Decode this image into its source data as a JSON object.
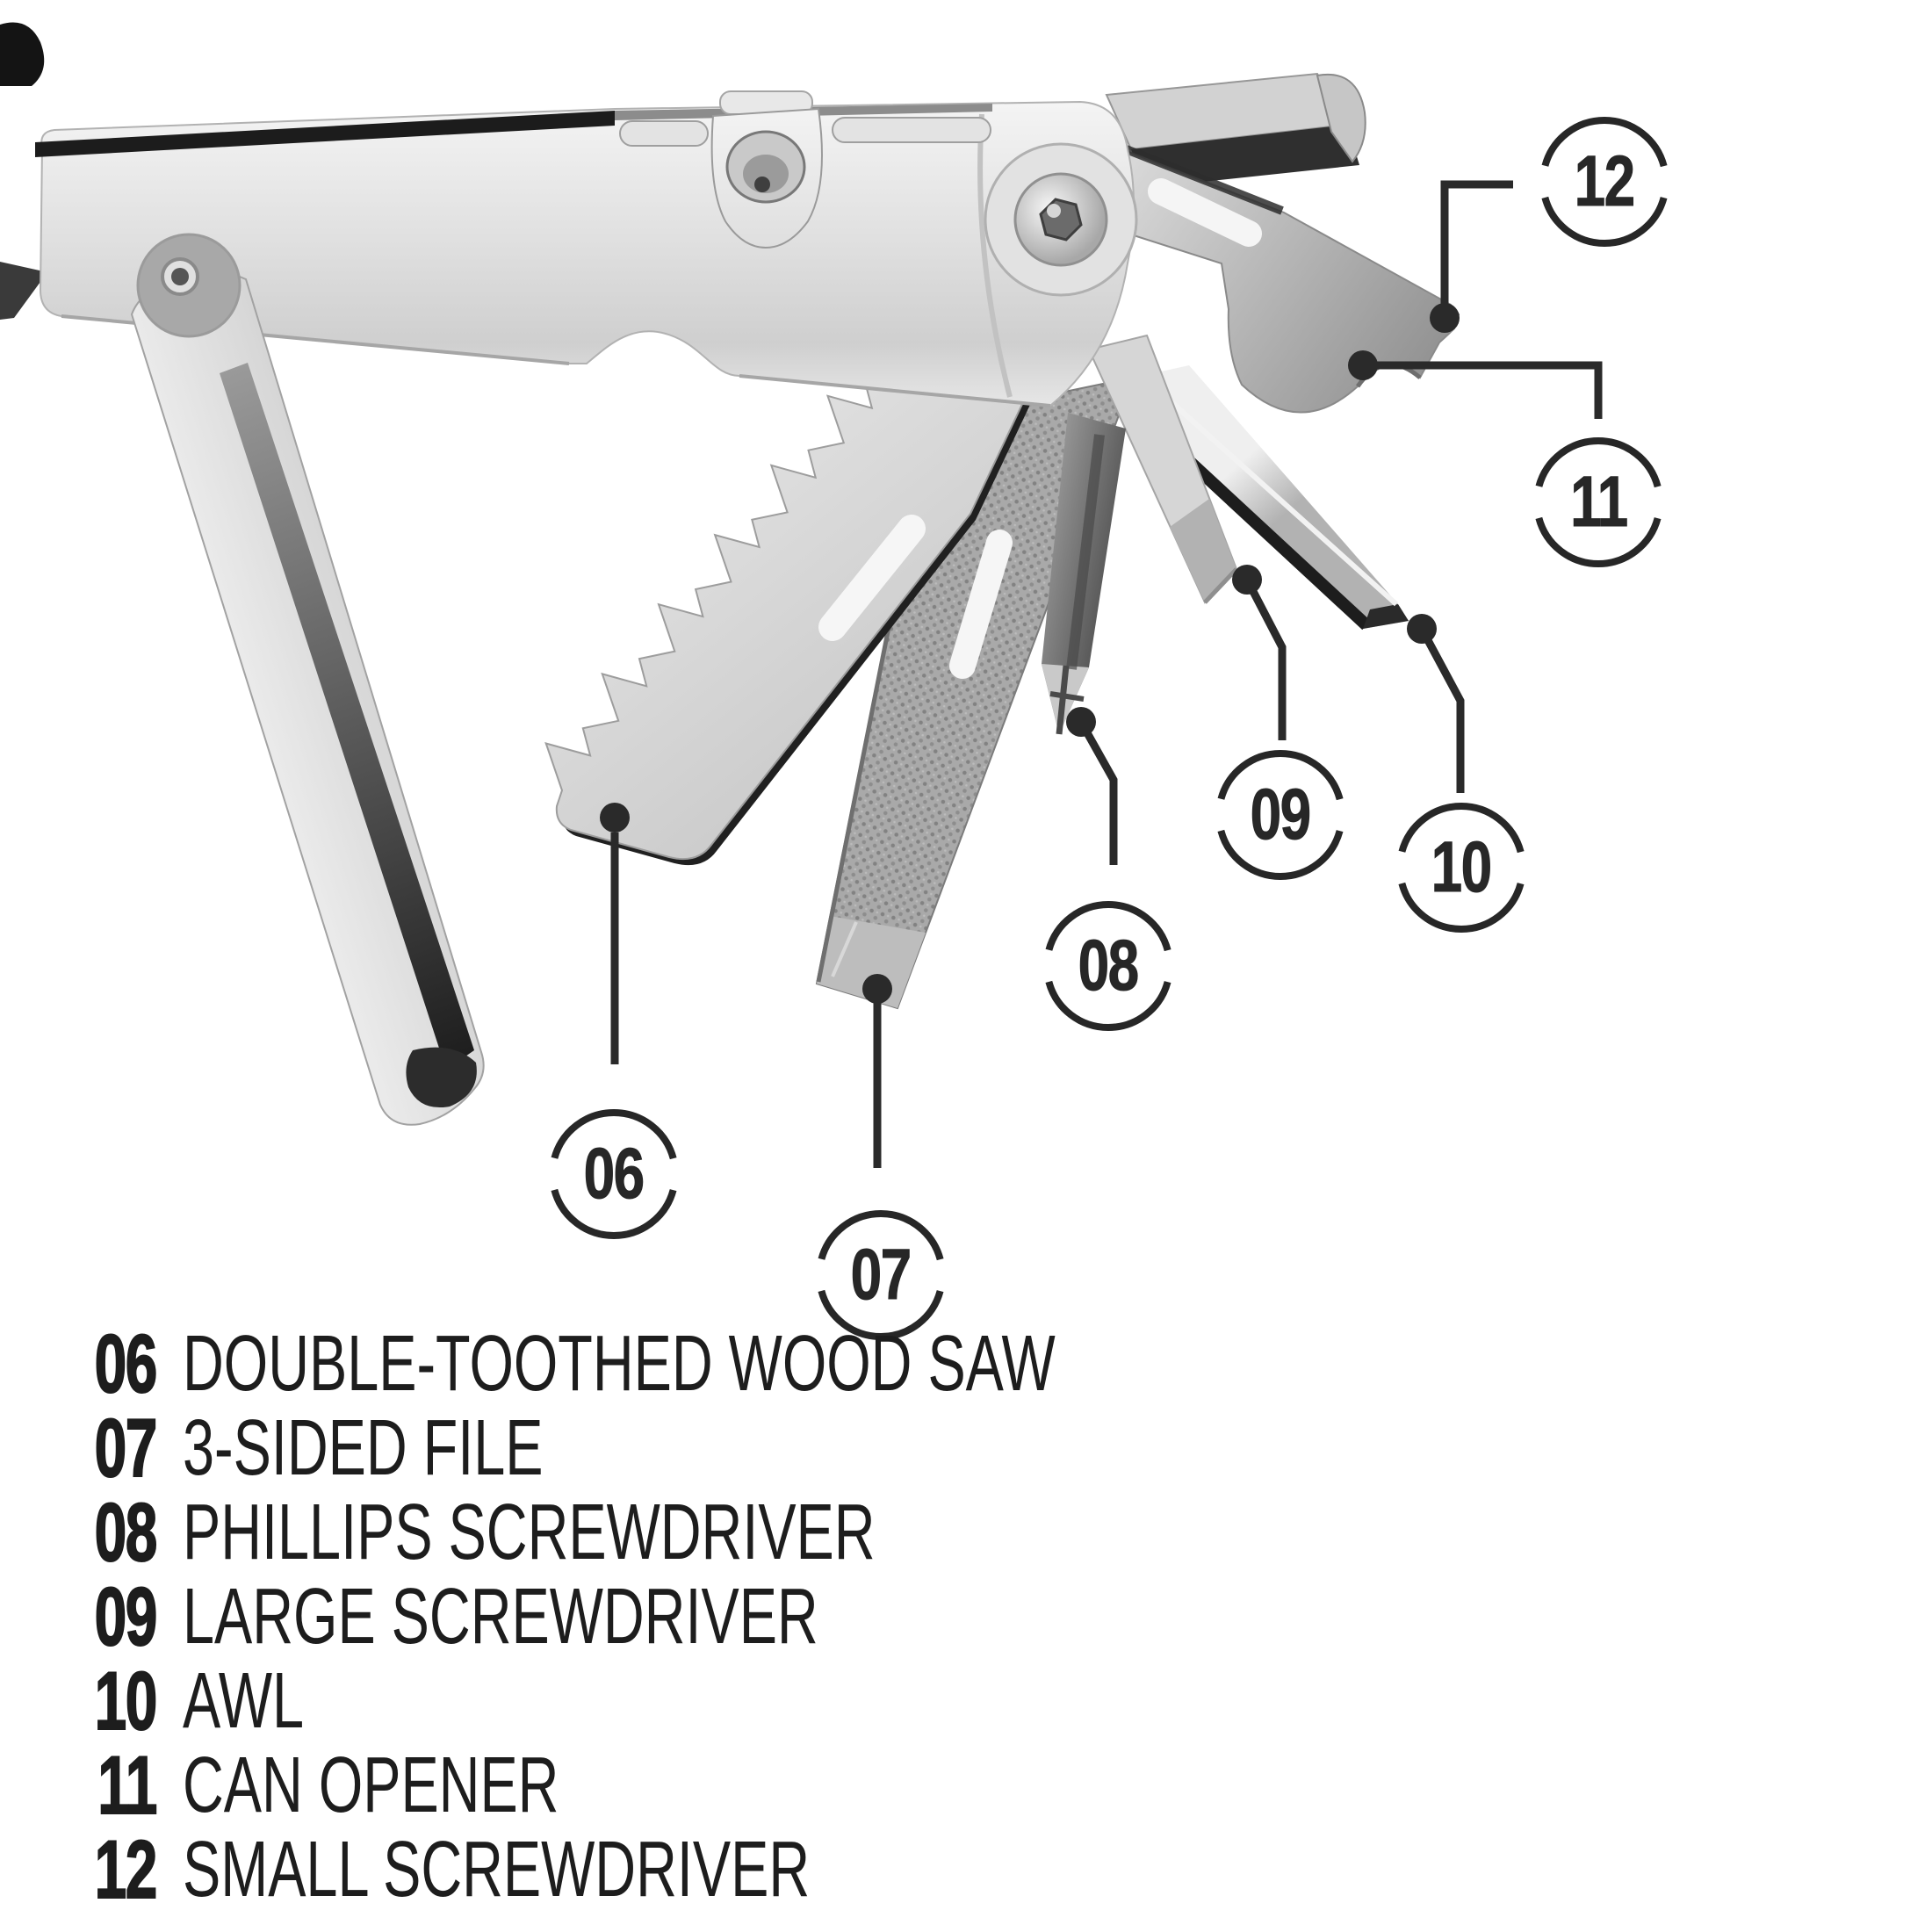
{
  "callouts": [
    {
      "num": "06",
      "label": "DOUBLE-TOOTHED WOOD SAW"
    },
    {
      "num": "07",
      "label": "3-SIDED FILE"
    },
    {
      "num": "08",
      "label": "PHILLIPS SCREWDRIVER"
    },
    {
      "num": "09",
      "label": "LARGE SCREWDRIVER"
    },
    {
      "num": "10",
      "label": "AWL"
    },
    {
      "num": "11",
      "label": "CAN OPENER"
    },
    {
      "num": "12",
      "label": "SMALL SCREWDRIVER"
    }
  ],
  "colors": {
    "ink": "#272727",
    "text": "#1d1d1d",
    "bg": "#ffffff",
    "steel-light": "#ececec",
    "steel-mid": "#c9c9c9",
    "steel-dark": "#8f8f8f",
    "shadow": "#1f1f1f"
  }
}
